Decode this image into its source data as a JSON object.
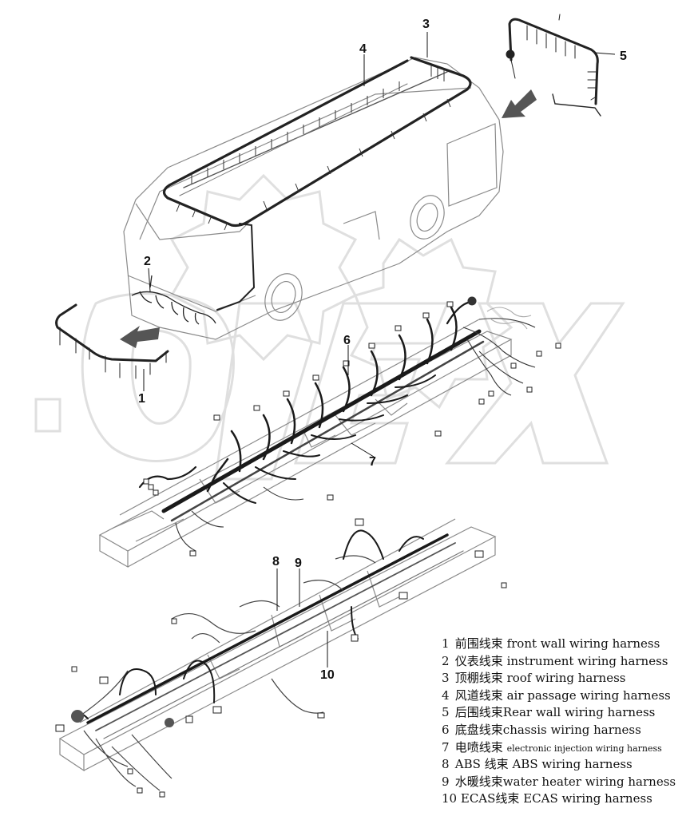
{
  "callouts": [
    "1",
    "2",
    "3",
    "4",
    "5",
    "6",
    "7",
    "8",
    "9",
    "10"
  ],
  "legend": [
    {
      "num": "1",
      "cn": "前围线束",
      "en": "front wall wiring harness",
      "small": false
    },
    {
      "num": "2",
      "cn": "仪表线束",
      "en": "instrument wiring harness",
      "small": false
    },
    {
      "num": "3",
      "cn": "顶棚线束",
      "en": "roof  wiring harness",
      "small": false
    },
    {
      "num": "4",
      "cn": "风道线束",
      "en": "air passage wiring harness",
      "small": false
    },
    {
      "num": "5",
      "cn": "后围线束",
      "en": "Rear wall wiring harness",
      "small": false
    },
    {
      "num": "6",
      "cn": "底盘线束",
      "en": "chassis wiring harness",
      "small": false
    },
    {
      "num": "7",
      "cn": "电喷线束",
      "en": "electronic injection wiring harness",
      "small": true
    },
    {
      "num": "8",
      "cn": "ABS 线束",
      "en": "ABS wiring harness",
      "small": false
    },
    {
      "num": "9",
      "cn": "水暖线束",
      "en": "water heater wiring harness",
      "small": false
    },
    {
      "num": "10",
      "cn": "ECAS线束",
      "en": "ECAS wiring harness",
      "small": false
    }
  ],
  "colors": {
    "line": "#222222",
    "outline": "#8a8a8a",
    "watermark": "#c9c9c9"
  },
  "icons": [
    "arrow-icon",
    "gear-watermark-icon"
  ]
}
